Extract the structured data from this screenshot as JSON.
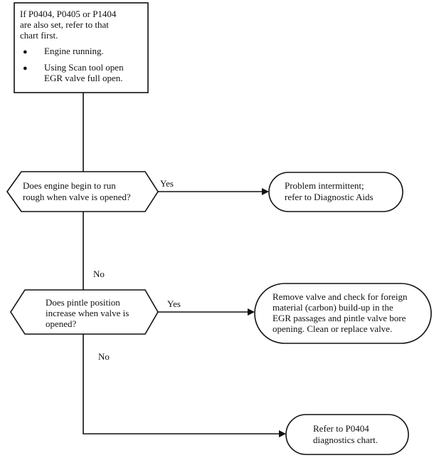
{
  "start_box": {
    "intro_line1": "If P0404, P0405 or P1404",
    "intro_line2": "are also set, refer to that",
    "intro_line3": "chart first.",
    "bullet_symbol": "●",
    "step1": "Engine running.",
    "step2_line1": "Using Scan tool open",
    "step2_line2": "EGR valve full open."
  },
  "decision1": {
    "line1": "Does engine begin to run",
    "line2": "rough when valve is opened?",
    "yes_label": "Yes",
    "no_label": "No"
  },
  "result1": {
    "line1": "Problem intermittent;",
    "line2": "refer  to Diagnostic Aids"
  },
  "decision2": {
    "line1": "Does pintle position",
    "line2": "increase when valve is",
    "line3": "opened?",
    "yes_label": "Yes",
    "no_label": "No"
  },
  "result2": {
    "line1": "Remove valve and check for foreign",
    "line2": "material (carbon) build-up in the",
    "line3": "EGR passages and pintle valve bore",
    "line4": "opening. Clean or replace valve."
  },
  "result3": {
    "line1": "Refer to P0404",
    "line2": "diagnostics chart."
  }
}
